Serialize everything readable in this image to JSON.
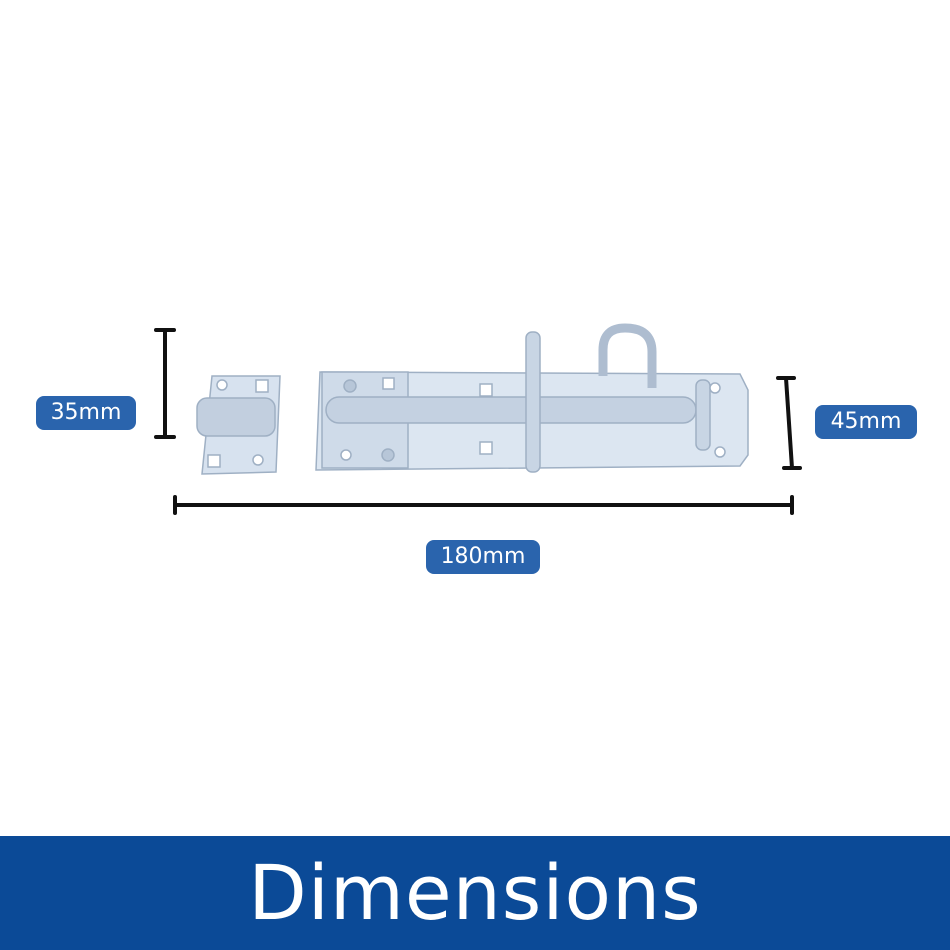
{
  "labels": {
    "keep_height": "35mm",
    "bolt_height": "45mm",
    "length": "180mm"
  },
  "footer": {
    "title": "Dimensions"
  },
  "colors": {
    "badge": "#2a64ad",
    "footer": "#0b4a97"
  }
}
